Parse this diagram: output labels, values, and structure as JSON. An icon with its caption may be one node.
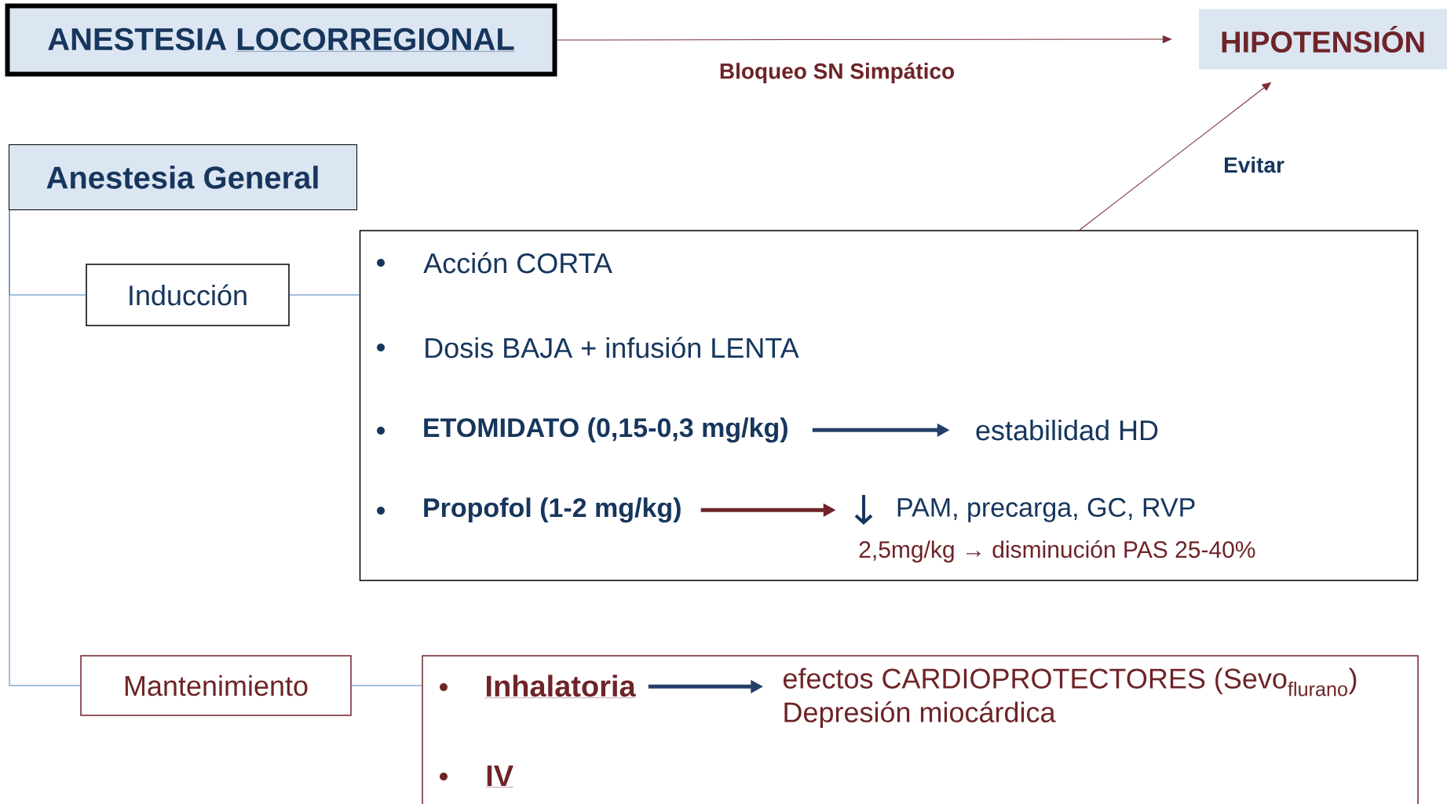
{
  "diagram": {
    "nodes": [
      {
        "text": [
          "ANESTESIA",
          "LOCORREGIONAL"
        ]
      },
      {
        "text": [
          "HIPOTENSIÓN"
        ]
      },
      {
        "text": [
          "Anestesia General"
        ]
      },
      {
        "text": [
          "Inducción"
        ]
      },
      {
        "text": [
          "Acción CORTA",
          "Dosis BAJA + infusión LENTA"
        ]
      },
      {
        "text": [
          "ETOMIDATO (0,15-0,3 mg/kg)"
        ],
        "in": 4
      },
      {
        "text": [
          "estabilidad HD"
        ],
        "in": 4
      },
      {
        "text": [
          "Propofol (1-2 mg/kg)"
        ],
        "in": 4
      },
      {
        "text": [
          "PAM, precarga, GC, RVP"
        ],
        "in": 4,
        "beside": [
          "2,5mg/kg → disminución PAS 25-40%"
        ]
      },
      {
        "text": [
          "Mantenimiento"
        ]
      },
      {
        "text": [
          "IV"
        ]
      },
      {
        "text": [
          "Inhalatoria"
        ],
        "in": 10
      },
      {
        "text": [
          "efectos CARDIOPROTECTORES (Sevo$_{flurano}$)",
          "Depresión miocárdica"
        ],
        "in": 10
      }
    ],
    "edges": [
      {
        "from": 0,
        "to": 1,
        "arrow": "to",
        "label": "Bloqueo SN Simpático",
        "color": "#7a2e35"
      },
      {
        "from": 4,
        "to": 1,
        "arrow": "to",
        "label": "Evitar",
        "color": "#7a2e35"
      },
      {
        "from": 2,
        "to": 3,
        "arrow": "none"
      },
      {
        "from": 2,
        "to": 9,
        "arrow": "none"
      },
      {
        "from": 3,
        "to": 4,
        "arrow": "none"
      },
      {
        "from": 9,
        "to": 10,
        "arrow": "none"
      },
      {
        "from": 5,
        "to": 6,
        "arrow": "to",
        "style": "thick",
        "color": "#24406a"
      },
      {
        "from": 7,
        "to": 8,
        "arrow": "to",
        "style": "thick",
        "color": "#6e2428"
      },
      {
        "from": 11,
        "to": 12,
        "arrow": "to",
        "style": "thick",
        "color": "#24406a"
      }
    ]
  }
}
